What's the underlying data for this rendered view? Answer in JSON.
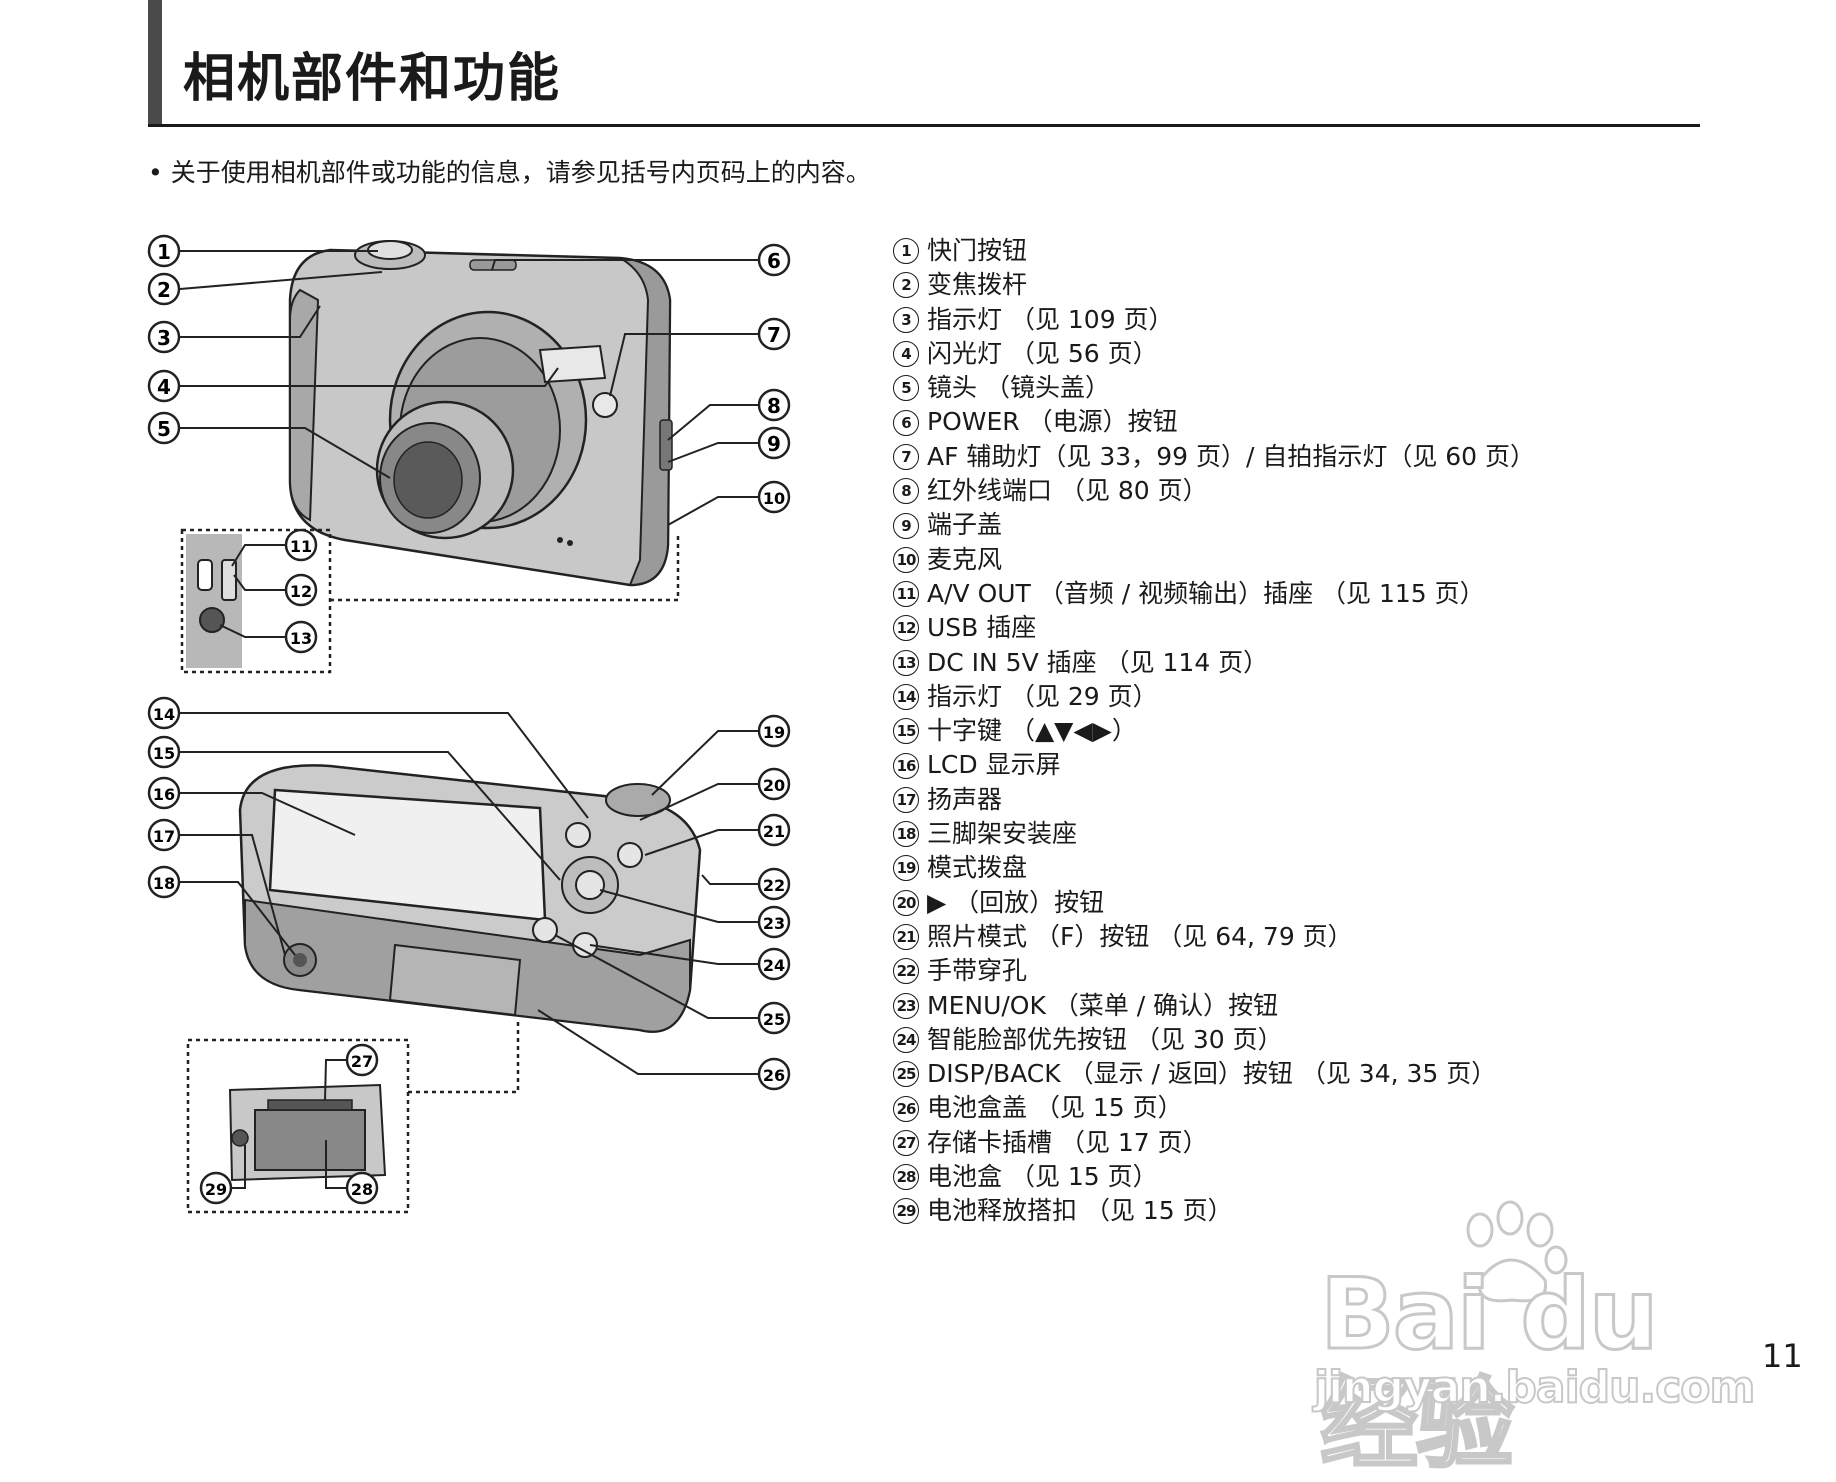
{
  "page": {
    "title": "相机部件和功能",
    "intro": "• 关于使用相机部件或功能的信息，请参见括号内页码上的内容。",
    "page_number": "11"
  },
  "watermark": {
    "logo": "Bai du 经验",
    "url": "jingyan.baidu.com"
  },
  "callouts": [
    "1",
    "2",
    "3",
    "4",
    "5",
    "6",
    "7",
    "8",
    "9",
    "10",
    "11",
    "12",
    "13",
    "14",
    "15",
    "16",
    "17",
    "18",
    "19",
    "20",
    "21",
    "22",
    "23",
    "24",
    "25",
    "26",
    "27",
    "28",
    "29"
  ],
  "legend": [
    {
      "num": "1",
      "text": "快门按钮"
    },
    {
      "num": "2",
      "text": "变焦拨杆"
    },
    {
      "num": "3",
      "text": "指示灯 （见 109 页）"
    },
    {
      "num": "4",
      "text": "闪光灯 （见 56 页）"
    },
    {
      "num": "5",
      "text": "镜头 （镜头盖）"
    },
    {
      "num": "6",
      "text": "POWER （电源）按钮"
    },
    {
      "num": "7",
      "text": "AF 辅助灯（见 33，99 页）/ 自拍指示灯（见 60 页）"
    },
    {
      "num": "8",
      "text": "红外线端口 （见 80 页）"
    },
    {
      "num": "9",
      "text": "端子盖"
    },
    {
      "num": "10",
      "text": "麦克风"
    },
    {
      "num": "11",
      "text": "A/V OUT （音频 / 视频输出）插座 （见 115 页）"
    },
    {
      "num": "12",
      "text": "USB 插座"
    },
    {
      "num": "13",
      "text": "DC IN 5V 插座 （见 114 页）"
    },
    {
      "num": "14",
      "text": "指示灯 （见 29 页）"
    },
    {
      "num": "15",
      "text": "十字键 （▲▼◀▶）"
    },
    {
      "num": "16",
      "text": "LCD 显示屏"
    },
    {
      "num": "17",
      "text": "扬声器"
    },
    {
      "num": "18",
      "text": "三脚架安装座"
    },
    {
      "num": "19",
      "text": "模式拨盘"
    },
    {
      "num": "20",
      "text": "▶ （回放）按钮"
    },
    {
      "num": "21",
      "text": "照片模式 （F）按钮 （见 64, 79 页）"
    },
    {
      "num": "22",
      "text": "手带穿孔"
    },
    {
      "num": "23",
      "text": "MENU/OK （菜单 / 确认）按钮"
    },
    {
      "num": "24",
      "text": "智能脸部优先按钮 （见 30 页）"
    },
    {
      "num": "25",
      "text": "DISP/BACK （显示 / 返回）按钮 （见 34, 35 页）"
    },
    {
      "num": "26",
      "text": "电池盒盖 （见 15 页）"
    },
    {
      "num": "27",
      "text": "存储卡插槽 （见 17 页）"
    },
    {
      "num": "28",
      "text": "电池盒 （见 15 页）"
    },
    {
      "num": "29",
      "text": "电池释放搭扣 （见 15 页）"
    }
  ]
}
